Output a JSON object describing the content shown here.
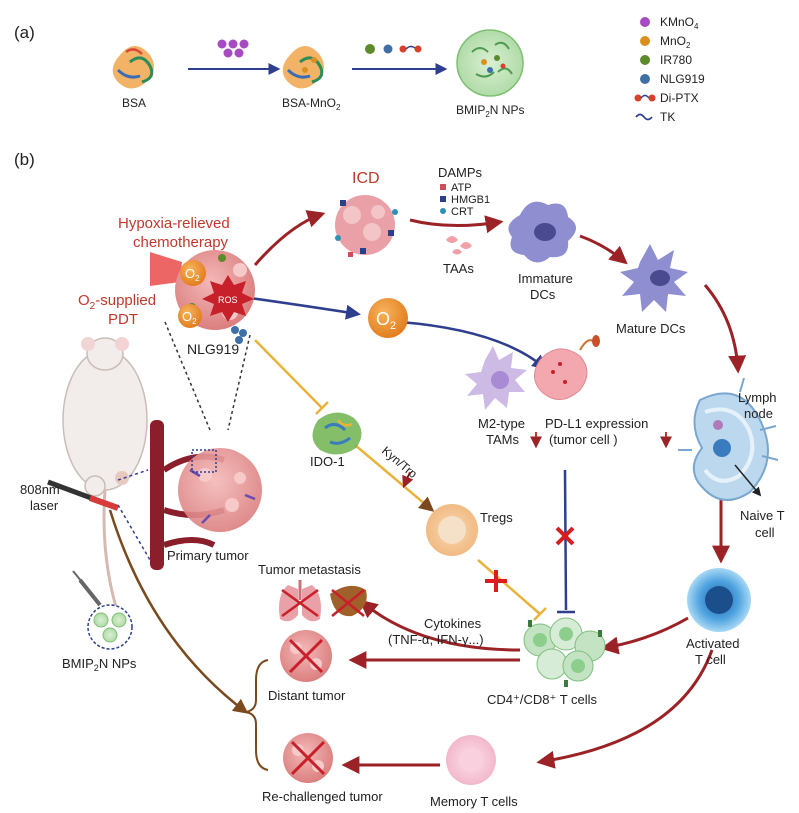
{
  "panel_a": {
    "label": "(a)",
    "bsa": "BSA",
    "bsa_mno2": "BSA-MnO",
    "bsa_mno2_sub": "2",
    "np": "BMIP",
    "np_sub": "2",
    "np_tail": "N NPs",
    "legend": [
      {
        "text": "KMnO",
        "sub": "4",
        "color": "#a64bc3",
        "kind": "dot"
      },
      {
        "text": "MnO",
        "sub": "2",
        "color": "#d9901f",
        "kind": "dot"
      },
      {
        "text": "IR780",
        "sub": "",
        "color": "#5d8a2b",
        "kind": "dot"
      },
      {
        "text": "NLG919",
        "sub": "",
        "color": "#3f6fa5",
        "kind": "dot"
      },
      {
        "text": "Di-PTX",
        "sub": "",
        "color": "#d8402a",
        "kind": "dumbbell"
      },
      {
        "text": "TK",
        "sub": "",
        "color": "#2c3e8c",
        "kind": "wave"
      }
    ]
  },
  "panel_b": {
    "label": "(b)",
    "icd": "ICD",
    "damps": "DAMPs",
    "damp_items": [
      "ATP",
      "HMGB1",
      "CRT"
    ],
    "taas": "TAAs",
    "immature_dcs": [
      "Immature",
      "DCs"
    ],
    "mature_dcs": "Mature DCs",
    "hypoxia": [
      "Hypoxia-relieved",
      "chemotherapy"
    ],
    "o2_pdt": [
      "O",
      "2",
      "-supplied",
      "PDT"
    ],
    "o2_symbol": "O",
    "o2_sub": "2",
    "ros": "ROS",
    "nlg919": "NLG919",
    "lymph_node": [
      "Lymph",
      "node"
    ],
    "naive_t": [
      "Naive T",
      "cell"
    ],
    "m2_tams": [
      "M2-type",
      "TAMs"
    ],
    "pdl1": [
      "PD-L1 expression",
      "(tumor cell )"
    ],
    "ido1": "IDO-1",
    "kyn_trp": "Kyn/Trp",
    "tregs": "Tregs",
    "laser": [
      "808nm",
      "laser"
    ],
    "primary_tumor": "Primary tumor",
    "tumor_metastasis": "Tumor metastasis",
    "cytokines": [
      "Cytokines",
      "(TNF-α, IFN-γ...)"
    ],
    "distant_tumor": "Distant tumor",
    "cd4_cd8": "CD4⁺/CD8⁺ T cells",
    "activated_t": [
      "Activated",
      "T cell"
    ],
    "np_label": "BMIP",
    "np_label_sub": "2",
    "np_label_tail": "N NPs",
    "memory_t": "Memory T cells",
    "rechallenged": "Re-challenged tumor"
  },
  "colors": {
    "dark_red": "#9b2226",
    "blue_arrow": "#2f3f8f",
    "yellow_arrow": "#e8b33a",
    "label_red": "#c0392b",
    "brown": "#7a4a1e"
  }
}
